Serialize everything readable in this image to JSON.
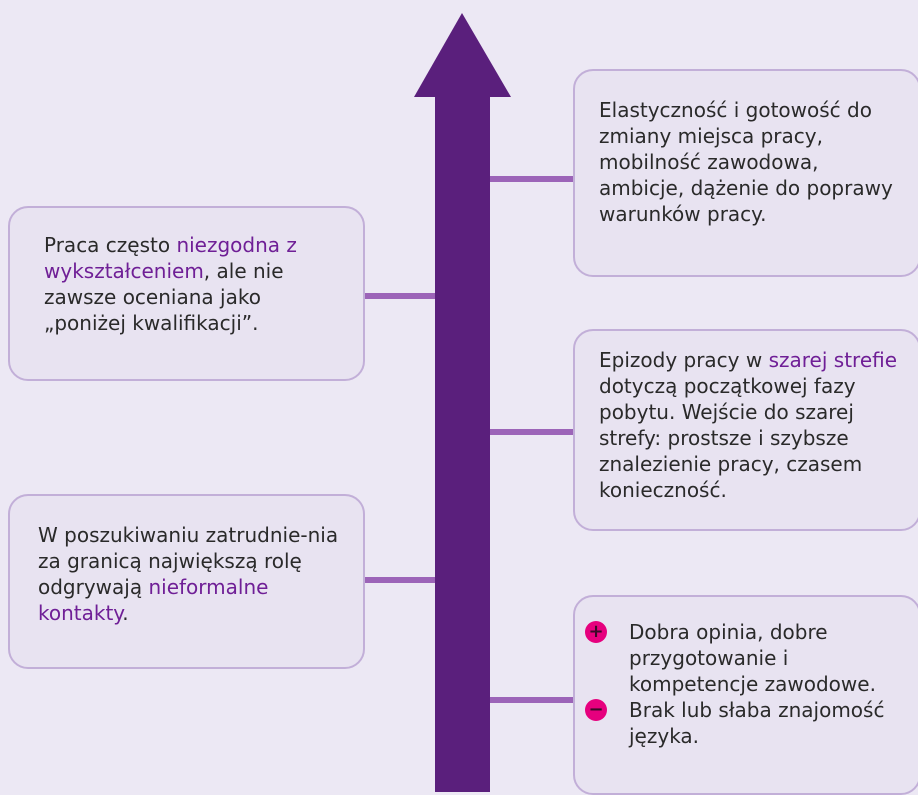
{
  "colors": {
    "background": "#ece8f4",
    "arrow": "#5a1f7c",
    "connector": "#9c64b8",
    "box_fill": "#e8e3f1",
    "box_border": "#c2afd8",
    "highlight": "#6f1f96",
    "icon": "#e6007e"
  },
  "left": {
    "box1": {
      "t1": "Praca często ",
      "h1": "niezgodna z wykształceniem",
      "t2": ", ale nie zawsze oceniana jako „poniżej kwalifikacji”."
    },
    "box2": {
      "t1": "W poszukiwaniu zatrudnie-nia za granicą największą rolę odgrywają ",
      "h1": "nieformalne kontakty",
      "t2": "."
    }
  },
  "right": {
    "box3": {
      "text": "Elastyczność i gotowość do zmiany miejsca pracy, mobilność zawodowa, ambicje, dążenie do poprawy warunków pracy."
    },
    "box4": {
      "t1": "Epizody pracy w ",
      "h1": "szarej strefie",
      "t2": " dotyczą początkowej fazy pobytu. Wejście do szarej strefy: prostsze i szybsze znalezienie pracy, czasem konieczność."
    },
    "box5": {
      "plus_icon": "plus-icon",
      "minus_icon": "minus-icon",
      "plus_symbol": "+",
      "minus_symbol": "−",
      "plus_text": "Dobra opinia, dobre przygotowanie i kompetencje zawodowe.",
      "minus_text": "Brak lub słaba znajomość języka."
    }
  }
}
